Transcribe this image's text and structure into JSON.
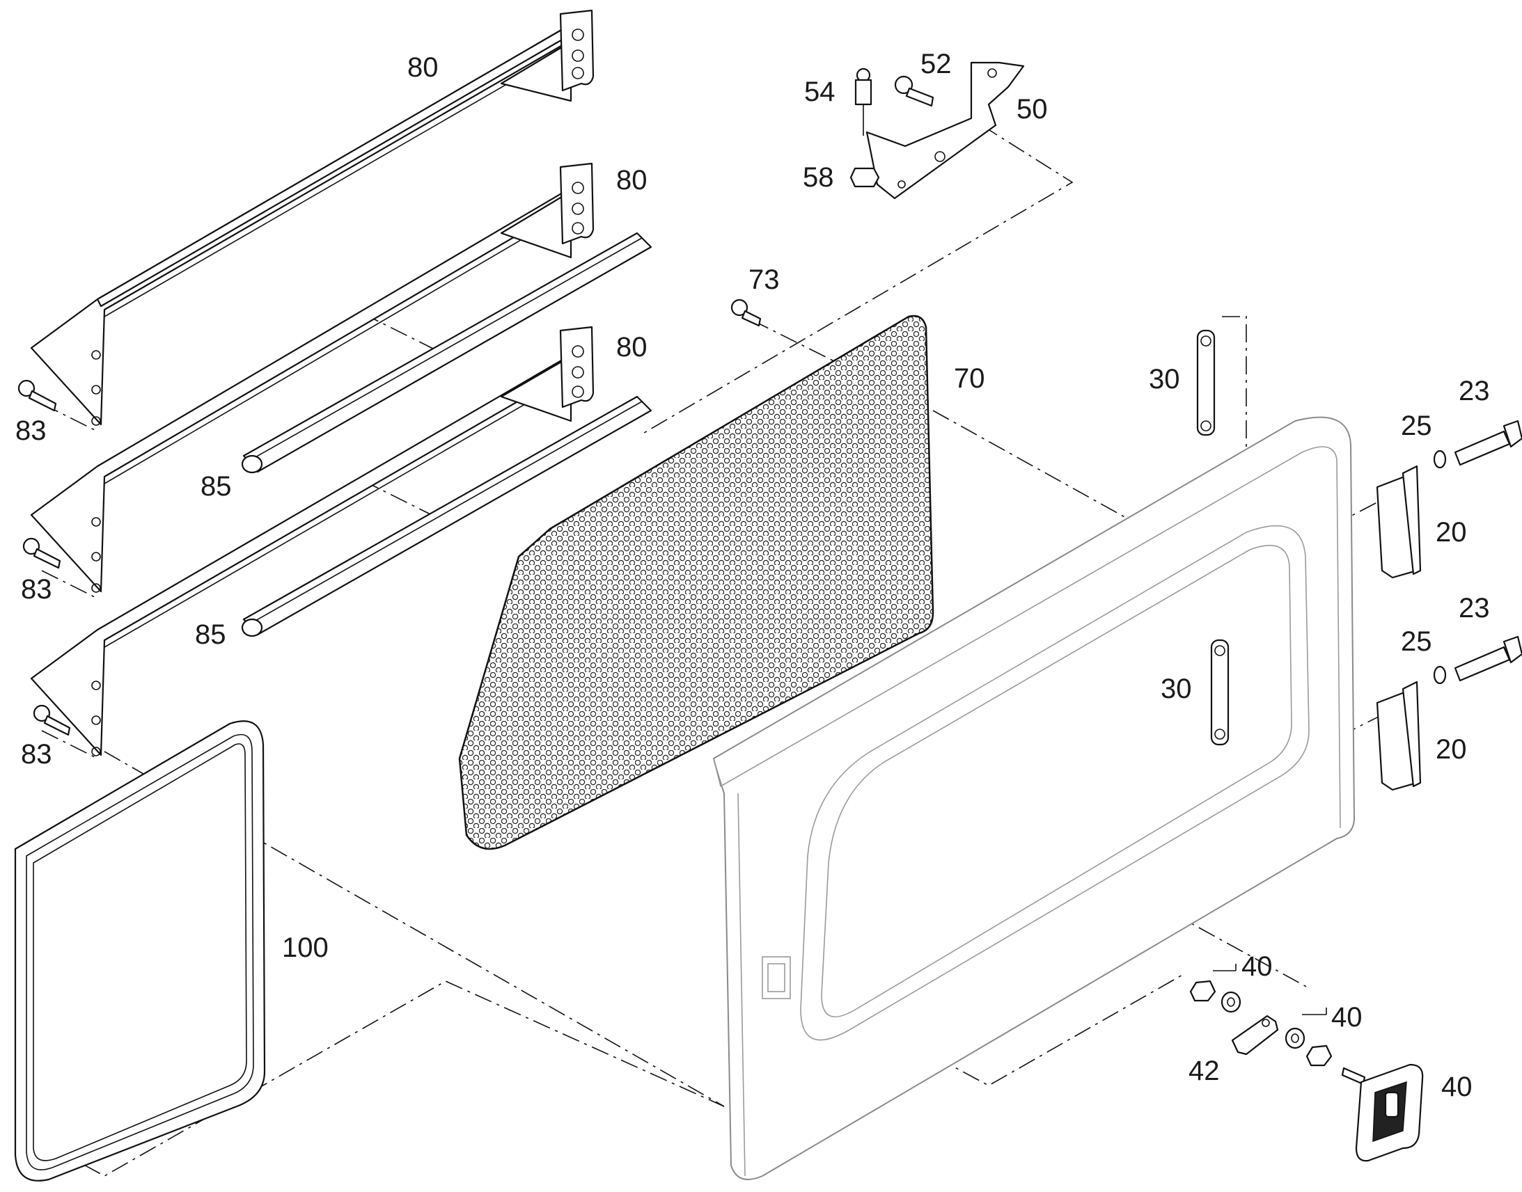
{
  "diagram": {
    "callouts": [
      {
        "id": "c80a",
        "text": "80"
      },
      {
        "id": "c80b",
        "text": "80"
      },
      {
        "id": "c80c",
        "text": "80"
      },
      {
        "id": "c83a",
        "text": "83"
      },
      {
        "id": "c83b",
        "text": "83"
      },
      {
        "id": "c83c",
        "text": "83"
      },
      {
        "id": "c85a",
        "text": "85"
      },
      {
        "id": "c85b",
        "text": "85"
      },
      {
        "id": "c54",
        "text": "54"
      },
      {
        "id": "c52",
        "text": "52"
      },
      {
        "id": "c50",
        "text": "50"
      },
      {
        "id": "c58",
        "text": "58"
      },
      {
        "id": "c73",
        "text": "73"
      },
      {
        "id": "c70",
        "text": "70"
      },
      {
        "id": "c30a",
        "text": "30"
      },
      {
        "id": "c30b",
        "text": "30"
      },
      {
        "id": "c23a",
        "text": "23"
      },
      {
        "id": "c25a",
        "text": "25"
      },
      {
        "id": "c20a",
        "text": "20"
      },
      {
        "id": "c23b",
        "text": "23"
      },
      {
        "id": "c25b",
        "text": "25"
      },
      {
        "id": "c20b",
        "text": "20"
      },
      {
        "id": "c100",
        "text": "100"
      },
      {
        "id": "c40a",
        "text": "40"
      },
      {
        "id": "c40b",
        "text": "40"
      },
      {
        "id": "c40c",
        "text": "40"
      },
      {
        "id": "c42",
        "text": "42"
      }
    ]
  }
}
